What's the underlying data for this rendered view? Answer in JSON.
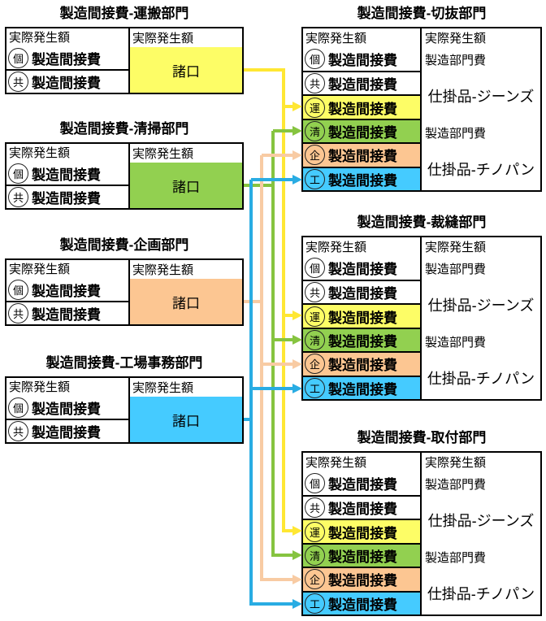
{
  "source_accounts": [
    {
      "title": "製造間接費-運搬部門",
      "debit_header": "実際発生額",
      "credit_header": "実際発生額",
      "rows": [
        {
          "badge": "個",
          "label": "製造間接費"
        },
        {
          "badge": "共",
          "label": "製造間接費"
        }
      ],
      "credit_entry": "諸口",
      "fill": "#FDFD66",
      "flow_color": "#FFE733"
    },
    {
      "title": "製造間接費-清掃部門",
      "debit_header": "実際発生額",
      "credit_header": "実際発生額",
      "rows": [
        {
          "badge": "個",
          "label": "製造間接費"
        },
        {
          "badge": "共",
          "label": "製造間接費"
        }
      ],
      "credit_entry": "諸口",
      "fill": "#92D050",
      "flow_color": "#86C440"
    },
    {
      "title": "製造間接費-企画部門",
      "debit_header": "実際発生額",
      "credit_header": "実際発生額",
      "rows": [
        {
          "badge": "個",
          "label": "製造間接費"
        },
        {
          "badge": "共",
          "label": "製造間接費"
        }
      ],
      "credit_entry": "諸口",
      "fill": "#FCC692",
      "flow_color": "#F8CBA3"
    },
    {
      "title": "製造間接費-工場事務部門",
      "debit_header": "実際発生額",
      "credit_header": "実際発生額",
      "rows": [
        {
          "badge": "個",
          "label": "製造間接費"
        },
        {
          "badge": "共",
          "label": "製造間接費"
        }
      ],
      "credit_entry": "諸口",
      "fill": "#45CBFF",
      "flow_color": "#29ACE3"
    }
  ],
  "target_accounts": [
    {
      "title": "製造間接費-切抜部門",
      "debit_header": "実際発生額",
      "credit_header": "実際発生額",
      "rows": [
        {
          "badge": "個",
          "label": "製造間接費",
          "fill": "#FFFFFF"
        },
        {
          "badge": "共",
          "label": "製造間接費",
          "fill": "#FFFFFF"
        },
        {
          "badge": "運",
          "label": "製造間接費",
          "fill": "#FDFD66"
        },
        {
          "badge": "清",
          "label": "製造間接費",
          "fill": "#92D050"
        },
        {
          "badge": "企",
          "label": "製造間接費",
          "fill": "#FCC692"
        },
        {
          "badge": "工",
          "label": "製造間接費",
          "fill": "#45CBFF"
        }
      ],
      "credit_items": [
        {
          "label": "製造部門費"
        },
        {
          "label": "仕掛品-ジーンズ"
        },
        {
          "label": "製造部門費"
        },
        {
          "label": "仕掛品-チノパン"
        }
      ]
    },
    {
      "title": "製造間接費-裁縫部門",
      "debit_header": "実際発生額",
      "credit_header": "実際発生額",
      "rows": [
        {
          "badge": "個",
          "label": "製造間接費",
          "fill": "#FFFFFF"
        },
        {
          "badge": "共",
          "label": "製造間接費",
          "fill": "#FFFFFF"
        },
        {
          "badge": "運",
          "label": "製造間接費",
          "fill": "#FDFD66"
        },
        {
          "badge": "清",
          "label": "製造間接費",
          "fill": "#92D050"
        },
        {
          "badge": "企",
          "label": "製造間接費",
          "fill": "#FCC692"
        },
        {
          "badge": "工",
          "label": "製造間接費",
          "fill": "#45CBFF"
        }
      ],
      "credit_items": [
        {
          "label": "製造部門費"
        },
        {
          "label": "仕掛品-ジーンズ"
        },
        {
          "label": "製造部門費"
        },
        {
          "label": "仕掛品-チノパン"
        }
      ]
    },
    {
      "title": "製造間接費-取付部門",
      "debit_header": "実際発生額",
      "credit_header": "実際発生額",
      "rows": [
        {
          "badge": "個",
          "label": "製造間接費",
          "fill": "#FFFFFF"
        },
        {
          "badge": "共",
          "label": "製造間接費",
          "fill": "#FFFFFF"
        },
        {
          "badge": "運",
          "label": "製造間接費",
          "fill": "#FDFD66"
        },
        {
          "badge": "清",
          "label": "製造間接費",
          "fill": "#92D050"
        },
        {
          "badge": "企",
          "label": "製造間接費",
          "fill": "#FCC692"
        },
        {
          "badge": "工",
          "label": "製造間接費",
          "fill": "#45CBFF"
        }
      ],
      "credit_items": [
        {
          "label": "製造部門費"
        },
        {
          "label": "仕掛品-ジーンズ"
        },
        {
          "label": "製造部門費"
        },
        {
          "label": "仕掛品-チノパン"
        }
      ]
    }
  ]
}
